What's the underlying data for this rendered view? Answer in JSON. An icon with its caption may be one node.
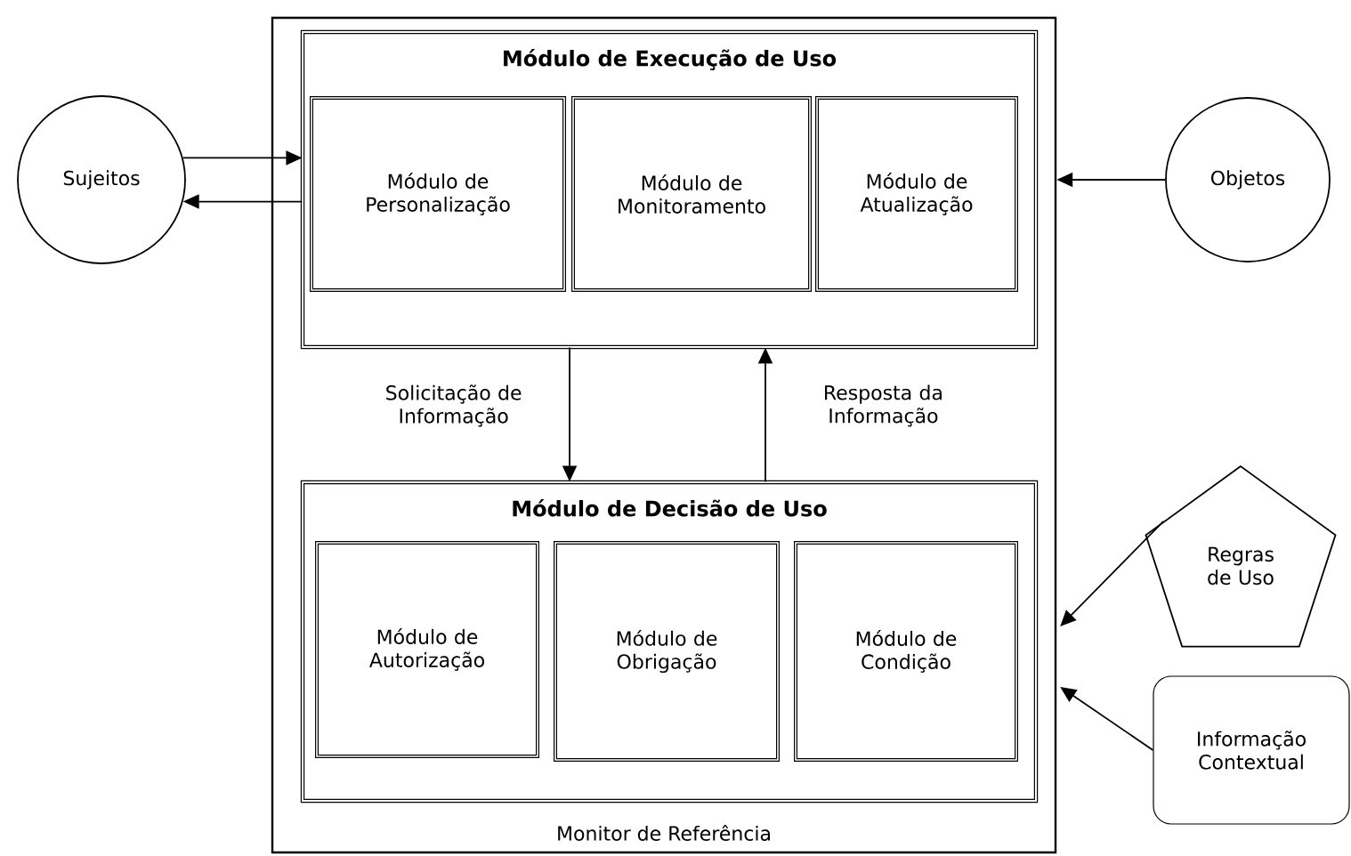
{
  "diagram": {
    "nodes": [
      {
        "text": [
          "Monitor de Referência"
        ]
      },
      {
        "text": [
          "Módulo de Execução de Uso"
        ],
        "in": 0
      },
      {
        "text": [
          "Módulo de Personalização"
        ],
        "in": 1
      },
      {
        "text": [
          "Módulo de Monitoramento"
        ],
        "in": 1
      },
      {
        "text": [
          "Módulo de Atualização"
        ],
        "in": 1
      },
      {
        "text": [
          "Módulo de Decisão de Uso"
        ],
        "in": 0
      },
      {
        "text": [
          "Módulo de Autorização"
        ],
        "in": 5
      },
      {
        "text": [
          "Módulo de Obrigação"
        ],
        "in": 5
      },
      {
        "text": [
          "Módulo de Condição"
        ],
        "in": 5
      },
      {
        "text": [
          "Sujeitos"
        ]
      },
      {
        "text": [
          "Objetos"
        ]
      },
      {
        "text": [
          "Regras de Uso"
        ]
      },
      {
        "text": [
          "Informação Contextual"
        ]
      }
    ],
    "edges": [
      {
        "from": 9,
        "to": 1,
        "arrow": "to"
      },
      {
        "from": 1,
        "to": 9,
        "arrow": "to"
      },
      {
        "from": 10,
        "to": 0,
        "arrow": "to"
      },
      {
        "from": 1,
        "to": 5,
        "arrow": "to",
        "label": "Solicitação de Informação"
      },
      {
        "from": 5,
        "to": 1,
        "arrow": "to",
        "label": "Resposta da Informação"
      },
      {
        "from": 11,
        "to": 0,
        "arrow": "to"
      },
      {
        "from": 12,
        "to": 0,
        "arrow": "to"
      }
    ]
  }
}
